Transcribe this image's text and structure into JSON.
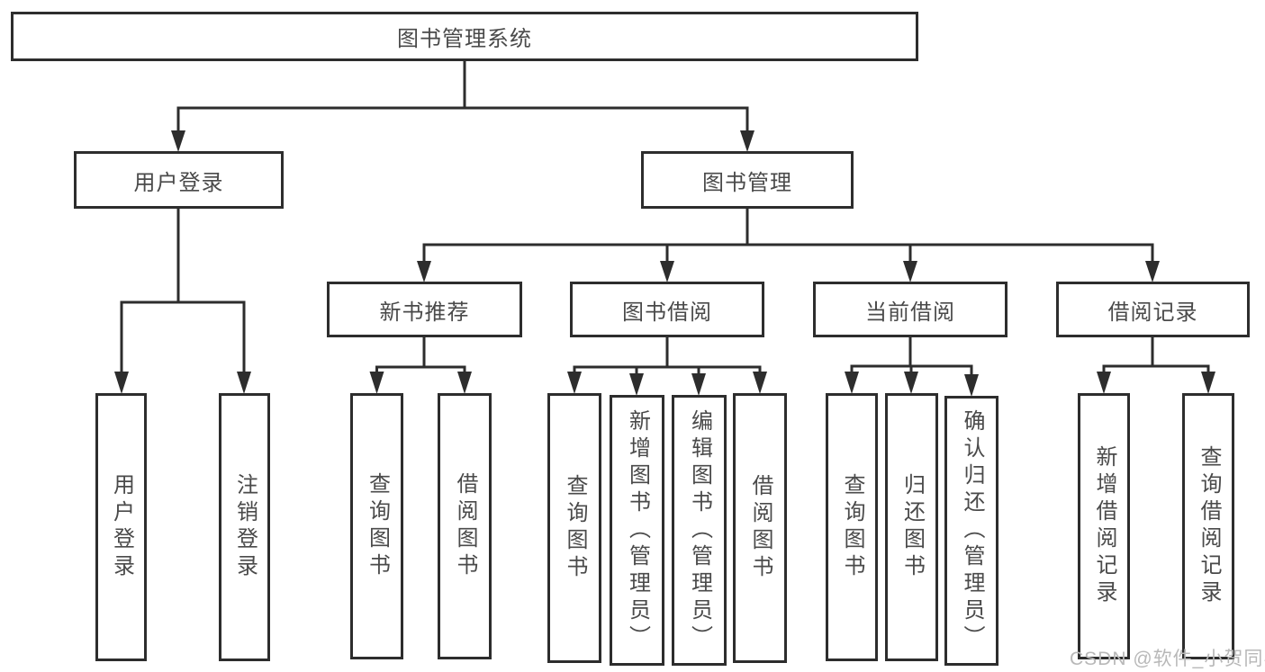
{
  "colors": {
    "line": "#2d2d2d",
    "text": "#4a4a4a",
    "watermark": "#b8b8b8",
    "background": "#ffffff"
  },
  "diagram": {
    "root": {
      "label": "图书管理系统"
    },
    "user_login": {
      "label": "用户登录",
      "children": [
        "用户登录",
        "注销登录"
      ]
    },
    "book_mgmt": {
      "label": "图书管理",
      "sections": {
        "new_books": {
          "label": "新书推荐",
          "children": [
            "查询图书",
            "借阅图书"
          ]
        },
        "book_borrow": {
          "label": "图书借阅",
          "children": [
            "查询图书",
            "新增图书（管理员）",
            "编辑图书（管理员）",
            "借阅图书"
          ]
        },
        "current_borrow": {
          "label": "当前借阅",
          "children": [
            "查询图书",
            "归还图书",
            "确认归还（管理员）"
          ]
        },
        "borrow_records": {
          "label": "借阅记录",
          "children": [
            "新增借阅记录",
            "查询借阅记录"
          ]
        }
      }
    }
  },
  "watermark": {
    "text": "CSDN @软件_小贺同学"
  }
}
